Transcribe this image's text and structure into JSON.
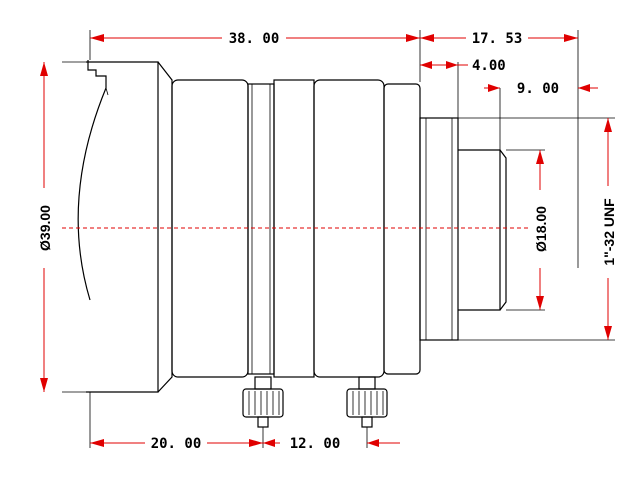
{
  "dimensions": {
    "overall_length": "38. 00",
    "back_length": "17. 53",
    "flange_step": "4.00",
    "thread_length": "9. 00",
    "diameter_body": "Ø39.00",
    "diameter_rear": "Ø18.00",
    "mount_thread": "1\"-32 UNF",
    "screw1_position": "20. 00",
    "screw_spacing": "12. 00"
  },
  "colors": {
    "dimension": "#e00000",
    "outline": "#000000"
  }
}
